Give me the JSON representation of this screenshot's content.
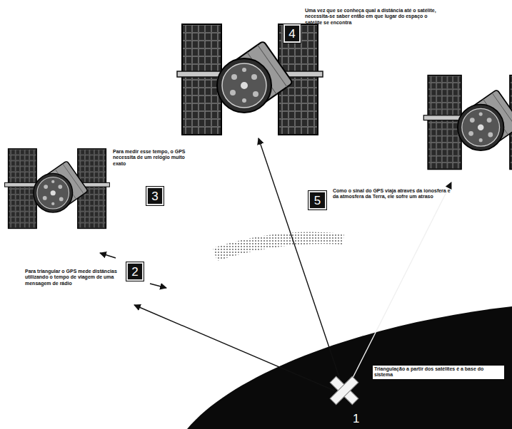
{
  "diagram": {
    "nodes": [
      {
        "text": [
          "4"
        ]
      },
      {
        "text": [
          "3"
        ]
      },
      {
        "text": [
          "5"
        ]
      },
      {
        "text": [
          "2"
        ]
      }
    ],
    "labels": [
      "Uma vez que se conheça qual a distância até o satélite, necessita-se saber então em que lugar do espaço o satélite se encontra",
      "Para medir esse tempo, o GPS necessita de um relógio muito exato",
      "Como o sinal do GPS viaja através da ionosfera e da atmosfera da Terra, ele sofre um atraso",
      "Para triangular o GPS mede distâncias utilizando o tempo de viagem de uma mensagem de rádio",
      "Triangulação a partir dos satélites é a base do sistema",
      "1"
    ]
  }
}
